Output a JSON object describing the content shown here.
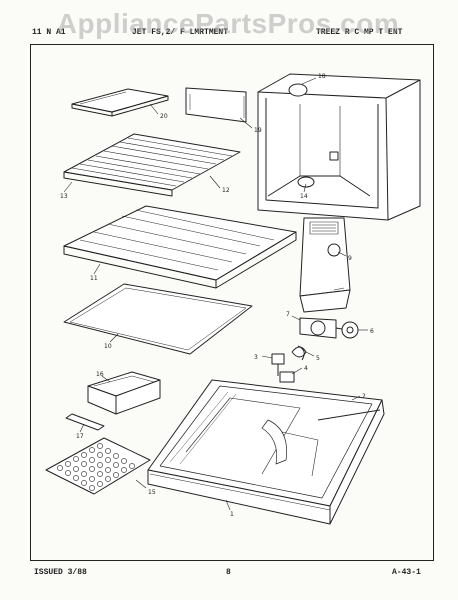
{
  "watermark": "AppliancePartsPros.com",
  "header": {
    "left": "11 N A1",
    "middle": "JET FS,2/ F LMRTMENT",
    "right": "TREEZ R C MP T ENT"
  },
  "footer": {
    "issued": "ISSUED 3/88",
    "page": "8",
    "code": "A-43-1"
  },
  "callouts": [
    "20",
    "19",
    "18",
    "12",
    "13",
    "14",
    "11",
    "9",
    "10",
    "7",
    "6",
    "5",
    "3",
    "4",
    "2",
    "16",
    "17",
    "15",
    "1"
  ]
}
